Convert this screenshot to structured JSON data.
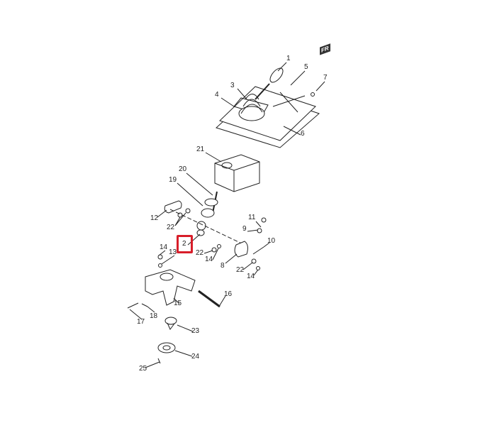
{
  "diagram": {
    "direction_marker": "FR",
    "highlight_color": "#d81e2a",
    "highlighted_part": "2",
    "callouts": [
      "1",
      "5",
      "7",
      "3",
      "4",
      "6",
      "21",
      "20",
      "19",
      "12",
      "22",
      "11",
      "9",
      "10",
      "2",
      "14",
      "13",
      "22",
      "14",
      "8",
      "22",
      "14",
      "16",
      "15",
      "18",
      "17",
      "23",
      "24",
      "25"
    ]
  }
}
